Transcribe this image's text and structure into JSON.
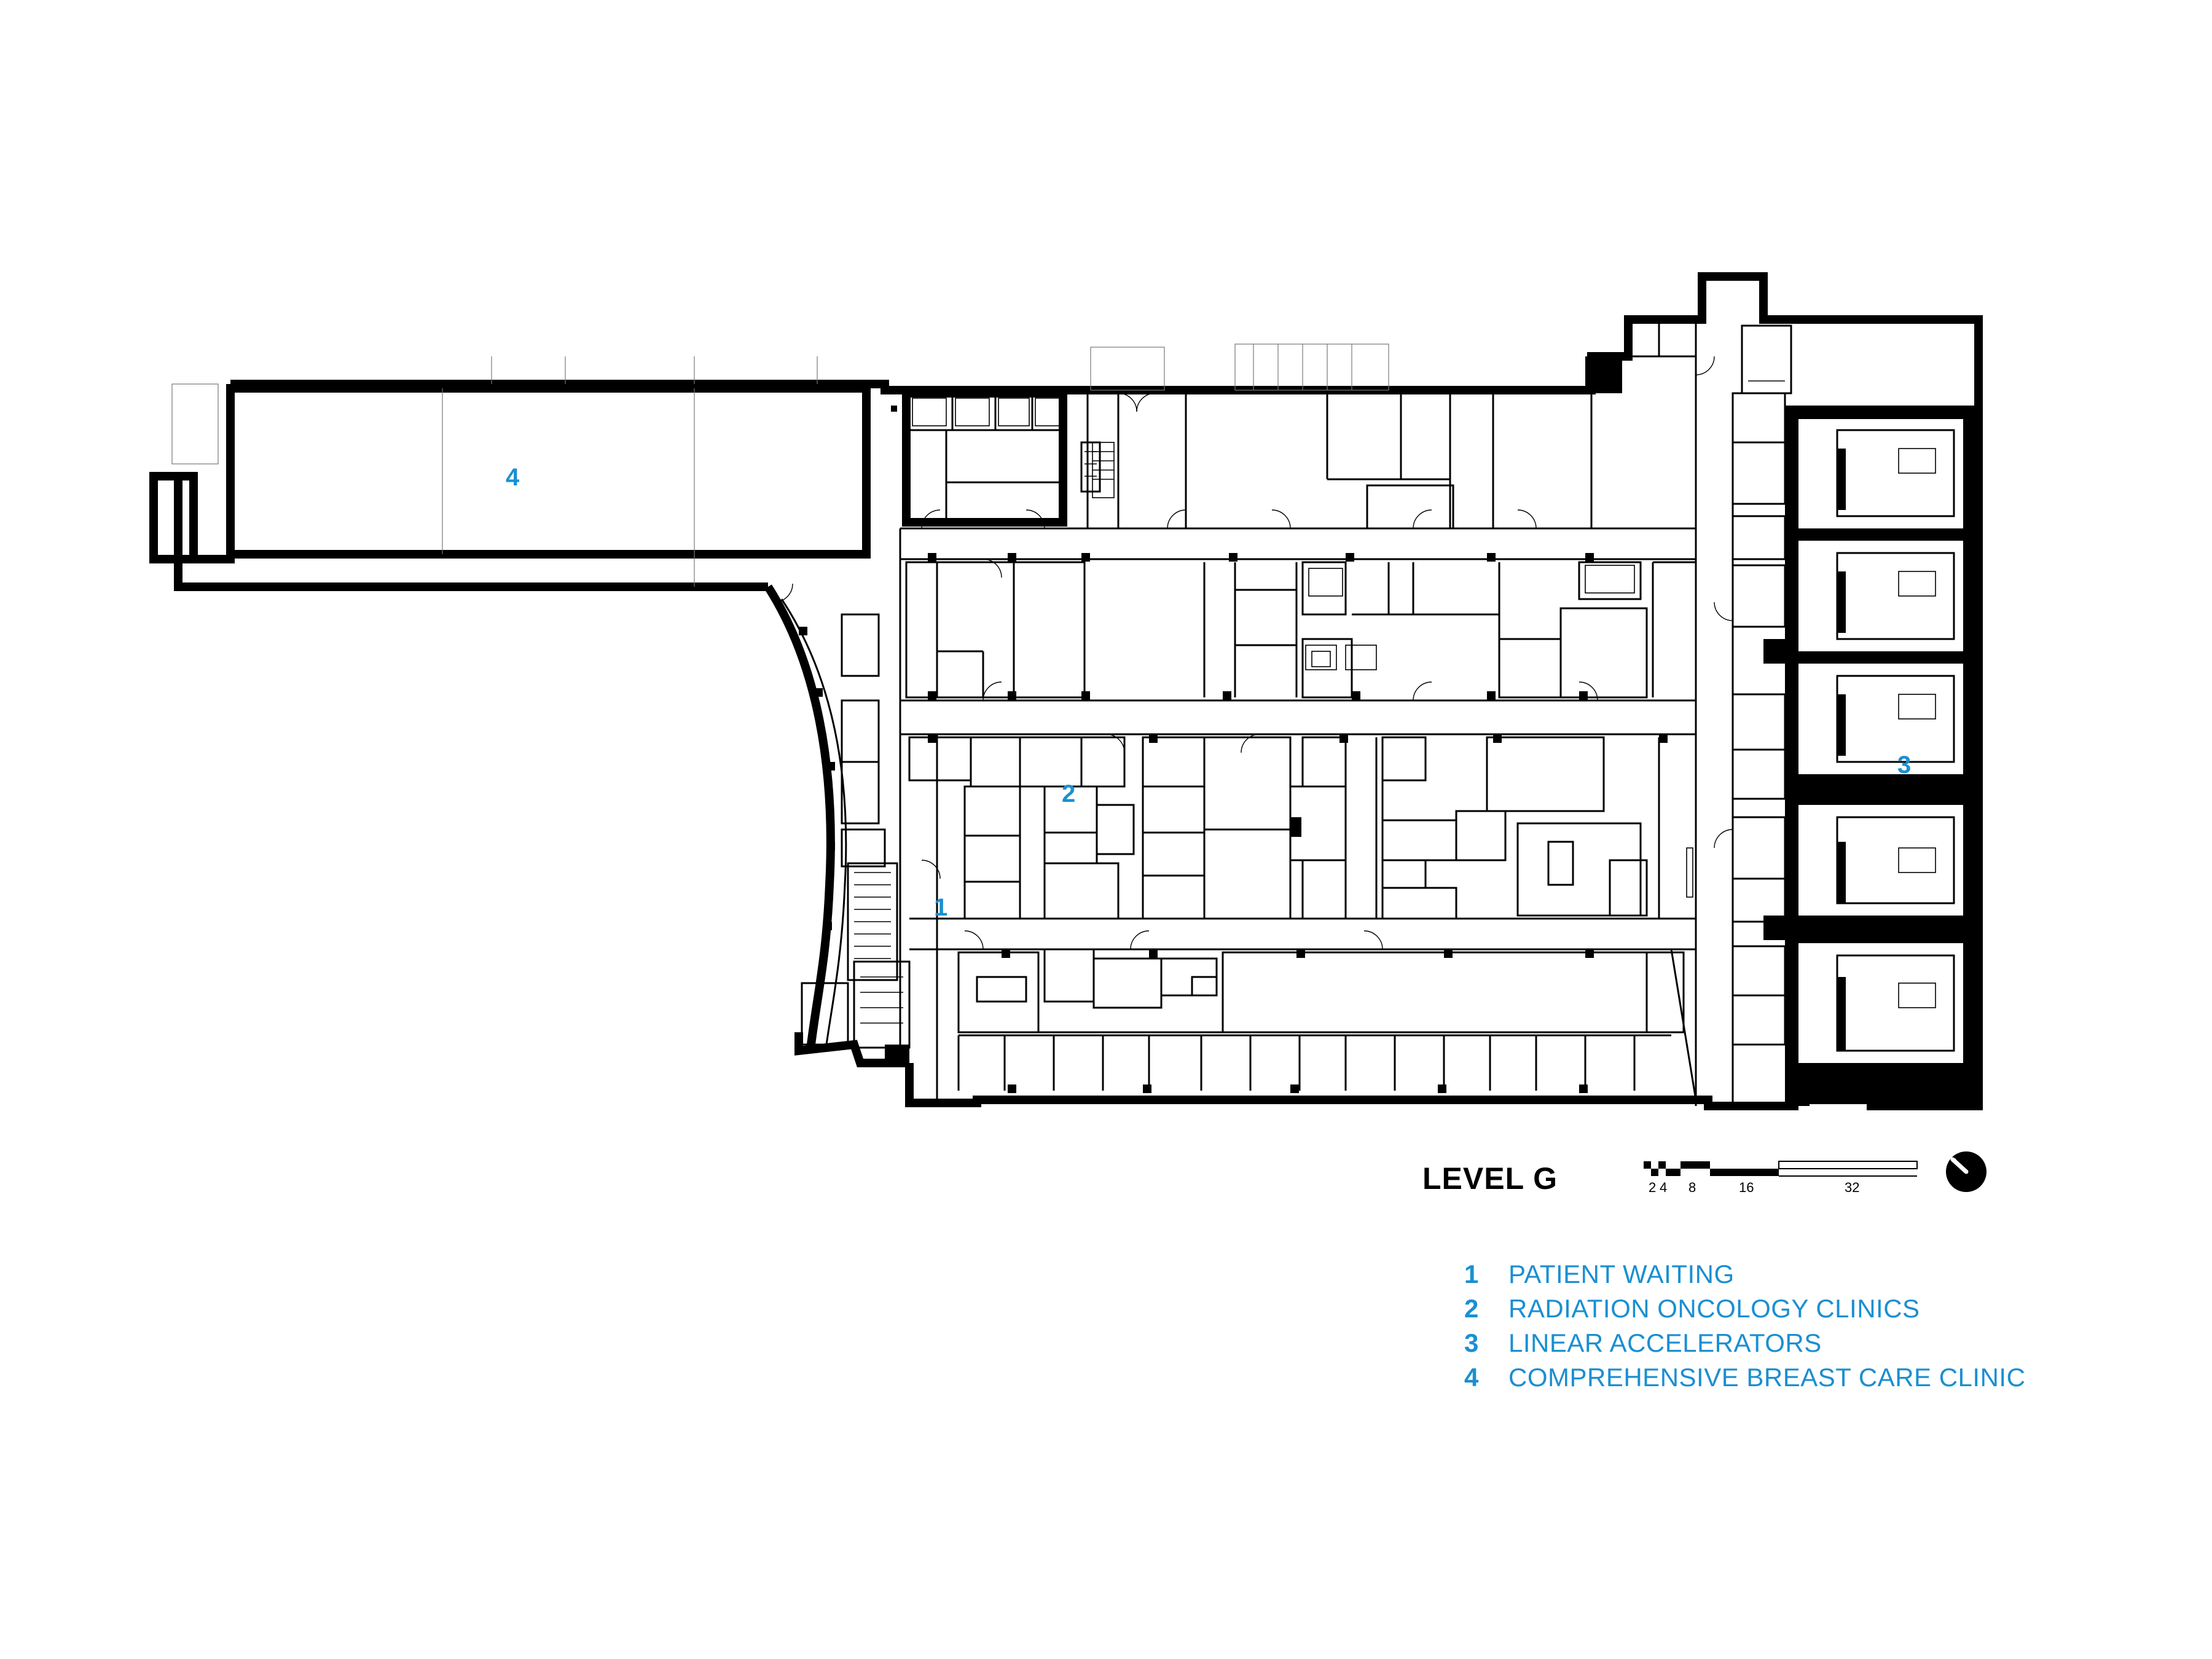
{
  "plan": {
    "level_title": "LEVEL G",
    "room_markers": [
      {
        "num": "1"
      },
      {
        "num": "2"
      },
      {
        "num": "3"
      },
      {
        "num": "4"
      }
    ],
    "scale_bar": {
      "labels": [
        "2",
        "4",
        "8",
        "16",
        "32"
      ]
    },
    "north_arrow_icon": "north-arrow-icon",
    "colors": {
      "accent": "#1a8fd1",
      "ink": "#000000"
    }
  },
  "legend": {
    "items": [
      {
        "num": "1",
        "label": "PATIENT WAITING"
      },
      {
        "num": "2",
        "label": "RADIATION ONCOLOGY CLINICS"
      },
      {
        "num": "3",
        "label": "LINEAR ACCELERATORS"
      },
      {
        "num": "4",
        "label": "COMPREHENSIVE BREAST CARE CLINIC"
      }
    ]
  }
}
